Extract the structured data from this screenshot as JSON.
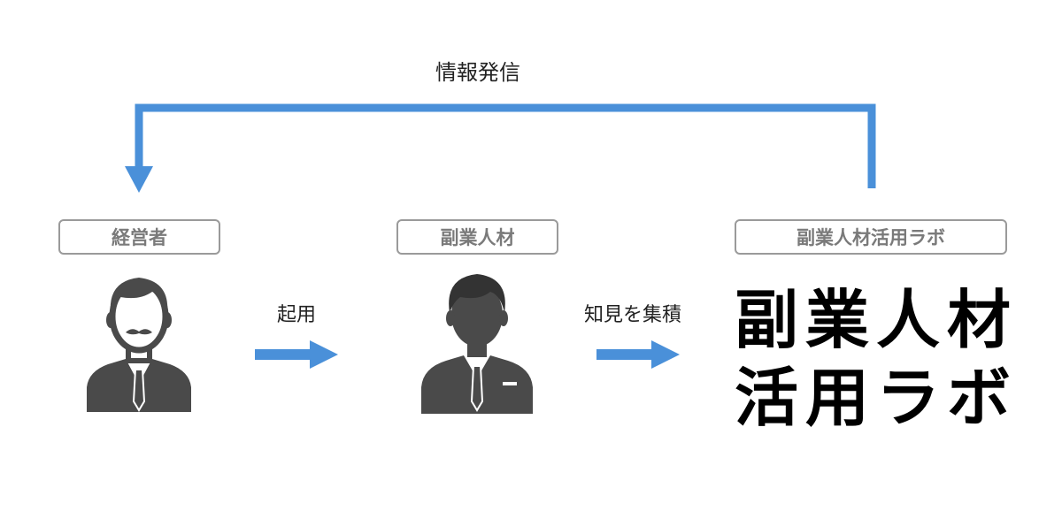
{
  "diagram": {
    "feedback_label": "情報発信",
    "roles": {
      "executive": "経営者",
      "side_worker": "副業人材",
      "lab": "副業人材活用ラボ"
    },
    "flows": {
      "hire": "起用",
      "knowledge": "知見を集積"
    },
    "brand_logo": {
      "line1": "副業人材",
      "line2": "活用ラボ"
    },
    "colors": {
      "arrow": "#4a90d9",
      "box_border": "#9a9a9a",
      "box_text": "#7a7a7a",
      "icon": "#4a4a4a"
    }
  }
}
